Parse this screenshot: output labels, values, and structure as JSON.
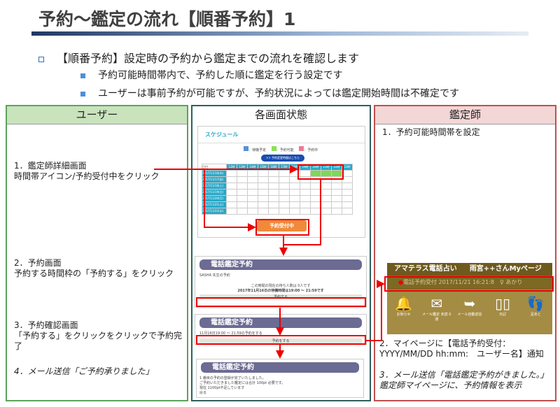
{
  "title": "予約～鑑定の流れ【順番予約】1",
  "bullets": {
    "main": "【順番予約】設定時の予約から鑑定までの流れを確認します",
    "sub1": "予約可能時間帯内で、予約した順に鑑定を行う設定です",
    "sub2": "ユーザーは事前予約が可能ですが、予約状況によっては鑑定開始時間は不確定です"
  },
  "panels": {
    "user": "ユーザー",
    "screens": "各画面状態",
    "teller": "鑑定師"
  },
  "user_steps": {
    "s1a": "1．鑑定師詳細画面",
    "s1b": "時間帯アイコン/予約受付中をクリック",
    "s2a": "2．予約画面",
    "s2b": "予約する時間枠の「予約する」をクリック",
    "s3a": "3．予約確認画面",
    "s3b": "「予約する」をクリックをクリックで予約完了",
    "s4": "4．メール送信「ご予約承りました」"
  },
  "teller_steps": {
    "s1": "1．予約可能時間帯を設定",
    "s2a": "2．マイページに【電話予約受付：",
    "s2b": "YYYY/MM/DD hh:mm:　ユーザー名】通知",
    "s3a": "3．メール送信「電話鑑定予約がきました。」",
    "s3b": "鑑定師マイページに、予約情報を表示"
  },
  "schedule": {
    "title": "スケジュール",
    "legend": [
      "：待機予定",
      "：予約可能",
      "：予約中"
    ],
    "link": ">> 予約変更時間はこちら",
    "date_header": "日付",
    "hours": [
      "12時",
      "13時",
      "14時",
      "15時",
      "16時",
      "17時",
      "18時",
      "19時",
      "20時",
      "21時",
      "22時",
      "23時"
    ],
    "dates": [
      "2017/11/16(木)",
      "2017/11/17(金)",
      "2017/11/18(土)",
      "2017/11/19(日)",
      "2017/11/20(月)",
      "2017/11/21(火)",
      "2017/11/22(水)"
    ],
    "button": "予約受付中"
  },
  "reserve": {
    "bar": "電話鑑定予約",
    "teller": "SASHA 先生の予約",
    "wait": "この時間の現在の待ち人数は 0人です",
    "time": "2017年11月16日の待機時間は19:00 ～ 21:59です",
    "button": "予約する"
  },
  "confirm": {
    "bar": "電話鑑定予約",
    "text": "11月16日19:00 ～ 21:59の予約をする",
    "button": "予約をする"
  },
  "done": {
    "bar": "電話鑑定予約",
    "l1": "1 番目の予約の登録が完了いたしました。",
    "l2": "ご予約いただきました鑑定には合計 100pt 必要です。",
    "l3": "現在 1100pt不足しています",
    "l4": "戻る"
  },
  "mypage": {
    "site": "アマテラス電話占い",
    "user": "雨宮++さんMyページ",
    "notice": "電話予約受付 2017/11/21 16:21:8　♀ あかり",
    "menu": [
      {
        "icon": "bell-icon",
        "label": "お知らせ"
      },
      {
        "icon": "mail-icon",
        "label": "メール鑑定 未読 0 通"
      },
      {
        "icon": "mail-send-icon",
        "label": "メール自動返信"
      },
      {
        "icon": "book-icon",
        "label": "日記"
      },
      {
        "icon": "footprint-icon",
        "label": "足あと"
      }
    ]
  },
  "colors": {
    "accent_red": "#e00000",
    "user_green": "#5aa55a",
    "teller_red": "#c0504d"
  }
}
